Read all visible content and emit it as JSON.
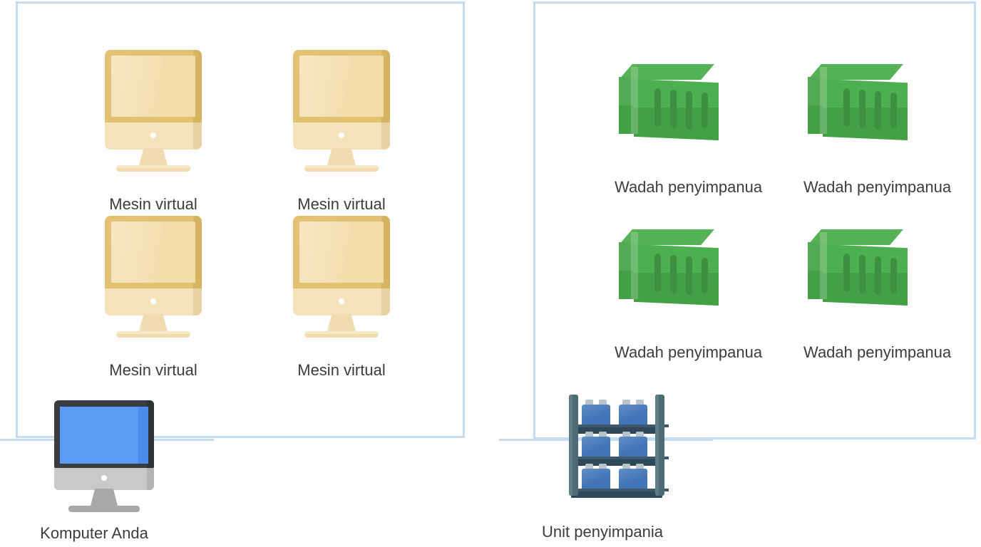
{
  "diagram": {
    "title": "Virtualization vs containers diagram (Indonesian labels)",
    "accent_box_color": "#c5dbf0",
    "vm_color": "#e3c173",
    "container_color": "#4caf50",
    "computer_color": "#5a9bf5",
    "storage_color": "#4175b8",
    "label_color": "#3d3d3d"
  },
  "left_group": {
    "name": "virtual-machines-group",
    "items": [
      {
        "icon": "virtual-machine-monitor-icon",
        "label": "Mesin virtual"
      },
      {
        "icon": "virtual-machine-monitor-icon",
        "label": "Mesin virtual"
      },
      {
        "icon": "virtual-machine-monitor-icon",
        "label": "Mesin virtual"
      },
      {
        "icon": "virtual-machine-monitor-icon",
        "label": "Mesin virtual"
      }
    ],
    "host": {
      "icon": "desktop-computer-icon",
      "label": "Komputer Anda"
    }
  },
  "right_group": {
    "name": "storage-containers-group",
    "items": [
      {
        "icon": "storage-container-icon",
        "label": "Wadah penyimpanua"
      },
      {
        "icon": "storage-container-icon",
        "label": "Wadah penyimpanua"
      },
      {
        "icon": "storage-container-icon",
        "label": "Wadah penyimpanua"
      },
      {
        "icon": "storage-container-icon",
        "label": "Wadah penyimpanua"
      }
    ],
    "host": {
      "icon": "storage-rack-icon",
      "label": "Unit penyimpania"
    }
  }
}
